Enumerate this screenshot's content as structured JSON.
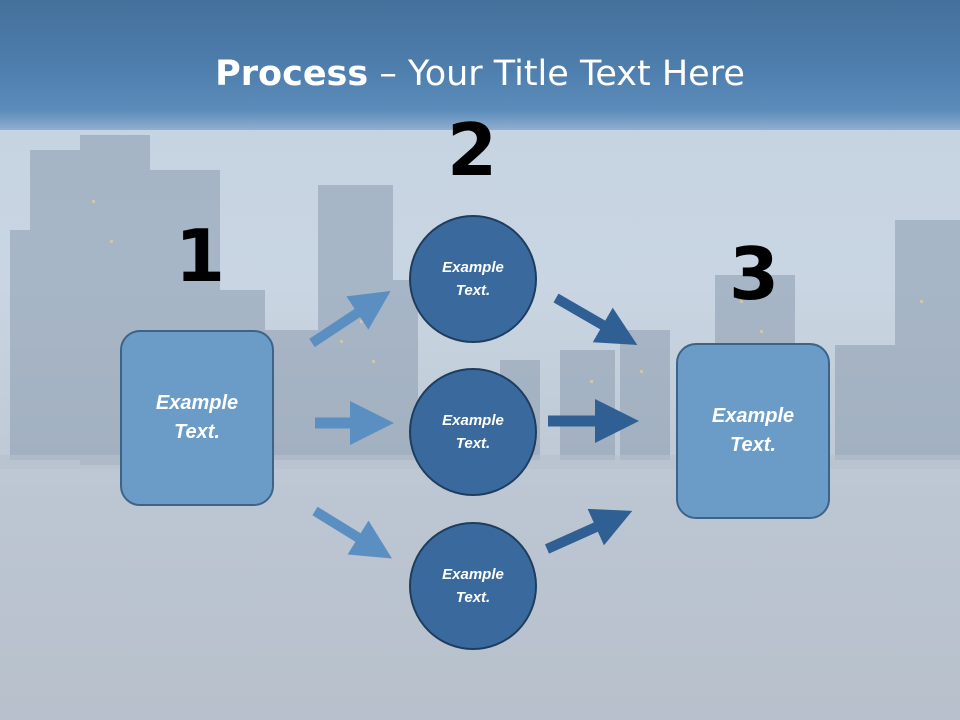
{
  "title": {
    "bold": "Process",
    "rest": " – Your Title Text Here"
  },
  "steps": [
    {
      "number": "1",
      "label_line1": "Example",
      "label_line2": "Text."
    },
    {
      "number": "2"
    },
    {
      "number": "3",
      "label_line1": "Example",
      "label_line2": "Text."
    }
  ],
  "circles": [
    {
      "label_line1": "Example",
      "label_line2": "Text."
    },
    {
      "label_line1": "Example",
      "label_line2": "Text."
    },
    {
      "label_line1": "Example",
      "label_line2": "Text."
    }
  ],
  "colors": {
    "header": "#4f7fae",
    "box_fill": "#6b9cc8",
    "circle_fill": "#3a6a9d",
    "arrow_light": "#5b8fc2",
    "arrow_dark": "#2f5f93"
  }
}
